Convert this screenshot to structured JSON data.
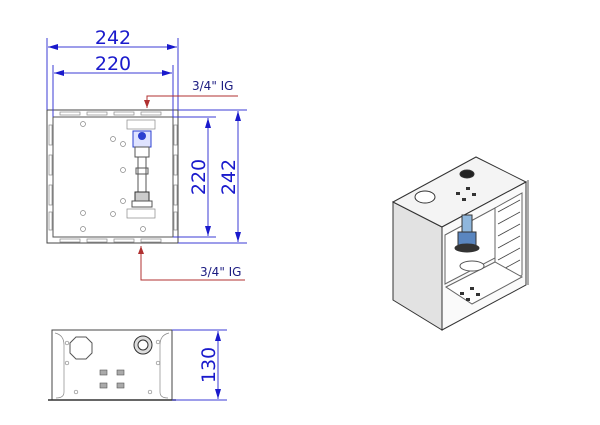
{
  "top_view": {
    "width_outer": "242",
    "width_inner": "220",
    "height_inner": "220",
    "height_outer": "242",
    "connection_top": "3/4\" IG",
    "connection_bottom": "3/4\" IG"
  },
  "front_view": {
    "depth": "130"
  },
  "colors": {
    "dimension": "#1a1acc",
    "leader": "#b03030",
    "valve": "#2b3fd0"
  }
}
